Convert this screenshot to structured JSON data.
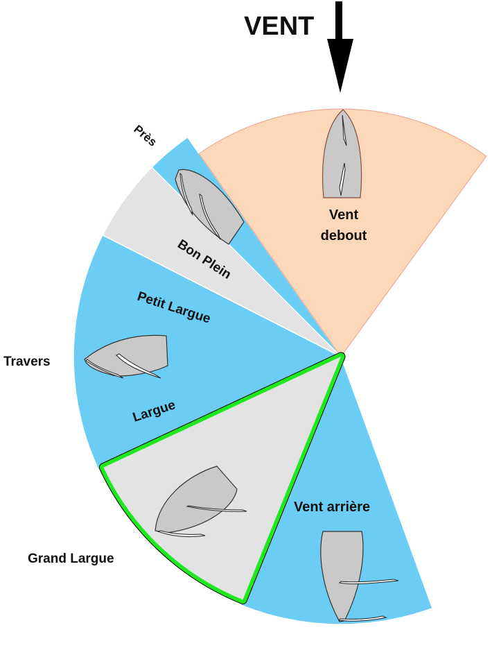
{
  "title": "VENT",
  "wind_arrow_icon": "arrow-down-icon",
  "colors": {
    "pink": "#fdd8b8",
    "pink_stroke": "#e8a08a",
    "blue": "#6ccdf4",
    "grey": "#e3e3e3",
    "green": "#1ee81e",
    "boat": "#c9c9c9"
  },
  "sectors": [
    {
      "id": "vent-debout",
      "label": "Vent debout",
      "color": "pink",
      "from_deg": -35,
      "to_deg": 36,
      "highlighted": false
    },
    {
      "id": "pres",
      "label": "Près",
      "color": "blue",
      "from_deg": -45,
      "to_deg": -35,
      "highlighted": false
    },
    {
      "id": "bon-plein",
      "label": "Bon Plein",
      "color": "grey",
      "from_deg": -63,
      "to_deg": -45,
      "highlighted": false
    },
    {
      "id": "petit-largue-travers-largue",
      "label": "Petit Largue / Travers / Largue",
      "color": "blue",
      "from_deg": -115,
      "to_deg": -63,
      "highlighted": false
    },
    {
      "id": "grand-largue",
      "label": "Grand Largue",
      "color": "grey",
      "from_deg": -158,
      "to_deg": -115,
      "highlighted": true
    },
    {
      "id": "vent-arriere",
      "label": "Vent arrière",
      "color": "blue",
      "from_deg": 160,
      "to_deg": 202,
      "highlighted": false
    }
  ],
  "labels": {
    "vent_debout_1": "Vent",
    "vent_debout_2": "debout",
    "pres": "Près",
    "bon_plein": "Bon Plein",
    "petit_largue": "Petit Largue",
    "travers": "Travers",
    "largue": "Largue",
    "grand_largue": "Grand Largue",
    "vent_arriere": "Vent arrière"
  },
  "boats": [
    "boat-vent-debout",
    "boat-bon-plein",
    "boat-travers",
    "boat-grand-largue",
    "boat-vent-arriere"
  ]
}
